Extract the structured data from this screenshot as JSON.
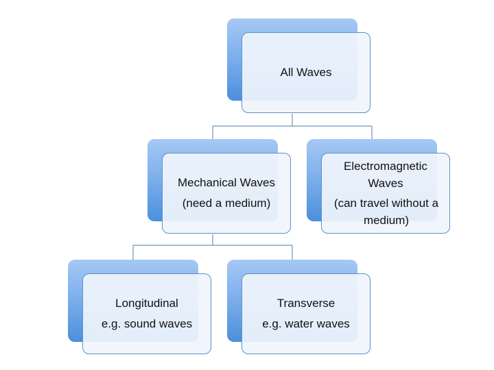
{
  "nodes": {
    "all_waves": {
      "title": "All Waves"
    },
    "mechanical": {
      "title": "Mechanical Waves",
      "note": "(need a medium)"
    },
    "electromagnetic": {
      "title": "Electromagnetic Waves",
      "note": "(can travel without a medium)"
    },
    "longitudinal": {
      "title": "Longitudinal",
      "example": "e.g. sound waves"
    },
    "transverse": {
      "title": "Transverse",
      "example": "e.g. water waves"
    }
  },
  "colors": {
    "box_border": "#5b8fcb",
    "box_fill": "#f0f5fc",
    "shadow_box_top": "#a6c8f4",
    "shadow_box_bottom": "#4b8fdc",
    "connector": "#6f93b8"
  }
}
